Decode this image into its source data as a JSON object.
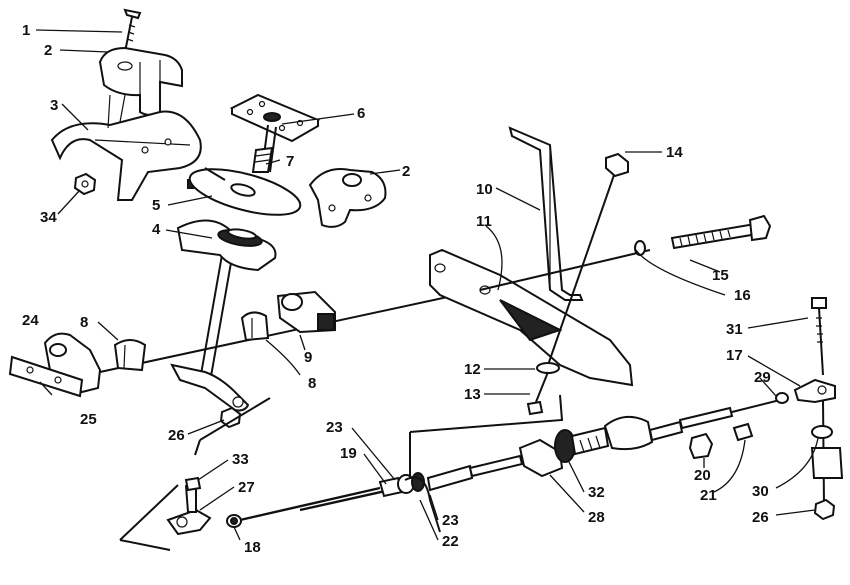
{
  "callouts": {
    "c1": "1",
    "c2a": "2",
    "c2b": "2",
    "c3": "3",
    "c4": "4",
    "c5": "5",
    "c6": "6",
    "c7": "7",
    "c8a": "8",
    "c8b": "8",
    "c9": "9",
    "c10": "10",
    "c11": "11",
    "c12": "12",
    "c13": "13",
    "c14": "14",
    "c15": "15",
    "c16": "16",
    "c17": "17",
    "c18": "18",
    "c19": "19",
    "c20": "20",
    "c21": "21",
    "c22": "22",
    "c23a": "23",
    "c23b": "23",
    "c24": "24",
    "c25": "25",
    "c26a": "26",
    "c26b": "26",
    "c27": "27",
    "c28": "28",
    "c29": "29",
    "c30": "30",
    "c31": "31",
    "c32": "32",
    "c33": "33",
    "c34": "34"
  }
}
